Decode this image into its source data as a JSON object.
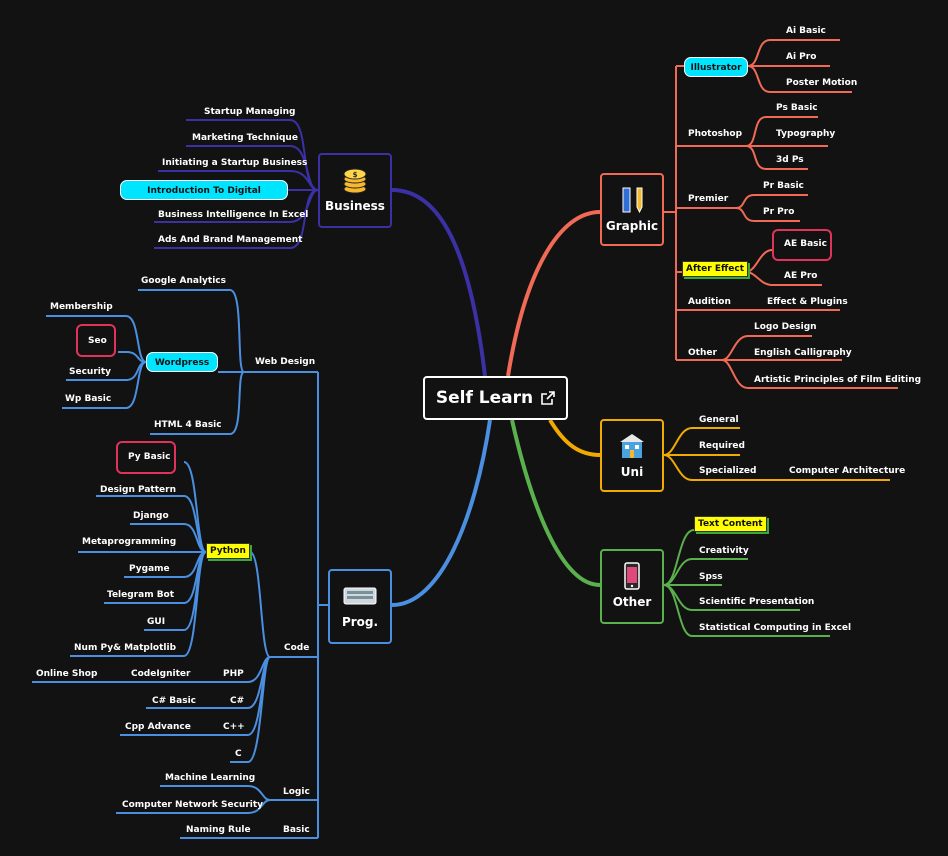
{
  "root": {
    "title": "Self Learn",
    "link_icon": "external-link-icon"
  },
  "colors": {
    "business": "#3b31a5",
    "graphic": "#f06a55",
    "uni": "#f2a900",
    "other": "#5ab04c",
    "prog": "#4a8fe0"
  },
  "business": {
    "title": "Business",
    "items": [
      "Startup Managing",
      "Marketing Technique",
      "Initiating a Startup Business",
      "Introduction To Digital Marketing",
      "Business Intelligence In Excel",
      "Ads And Brand Management"
    ]
  },
  "graphic": {
    "title": "Graphic",
    "illustrator": {
      "label": "Illustrator",
      "items": [
        "Ai Basic",
        "Ai Pro",
        "Poster Motion"
      ]
    },
    "photoshop": {
      "label": "Photoshop",
      "items": [
        "Ps Basic",
        "Typography",
        "3d Ps"
      ]
    },
    "premier": {
      "label": "Premier",
      "items": [
        "Pr Basic",
        "Pr Pro"
      ]
    },
    "after_effect": {
      "label": "After Effect",
      "items": [
        "AE Basic",
        "AE Pro"
      ]
    },
    "audition": {
      "label": "Audition",
      "items": [
        "Effect & Plugins"
      ]
    },
    "other": {
      "label": "Other",
      "items": [
        "Logo Design",
        "English Calligraphy",
        "Artistic Principles of Film Editing"
      ]
    }
  },
  "uni": {
    "title": "Uni",
    "items": [
      "General",
      "Required",
      "Specialized"
    ],
    "specialized_child": "Computer Architecture"
  },
  "other": {
    "title": "Other",
    "items": [
      "Text Content",
      "Creativity",
      "Spss",
      "Scientific Presentation",
      "Statistical Computing in Excel"
    ]
  },
  "prog": {
    "title": "Prog.",
    "web_design": {
      "label": "Web Design",
      "google_analytics": "Google Analytics",
      "wordpress": {
        "label": "Wordpress",
        "items": [
          "Membership",
          "Seo",
          "Security",
          "Wp Basic"
        ]
      },
      "html": "HTML 4 Basic"
    },
    "code": {
      "label": "Code",
      "python": {
        "label": "Python",
        "items": [
          "Py Basic",
          "Design Pattern",
          "Django",
          "Metaprogramming",
          "Pygame",
          "Telegram Bot",
          "GUI",
          "Num Py& Matplotlib"
        ]
      },
      "php": {
        "label": "PHP",
        "child": "CodeIgniter",
        "grandchild": "Online Shop"
      },
      "csharp": {
        "label": "C#",
        "child": "C# Basic"
      },
      "cpp": {
        "label": "C++",
        "child": "Cpp Advance"
      },
      "c": {
        "label": "C"
      }
    },
    "logic": {
      "label": "Logic",
      "items": [
        "Machine Learning",
        "Computer Network Security"
      ]
    },
    "basic": {
      "label": "Basic",
      "child": "Naming Rule"
    }
  }
}
